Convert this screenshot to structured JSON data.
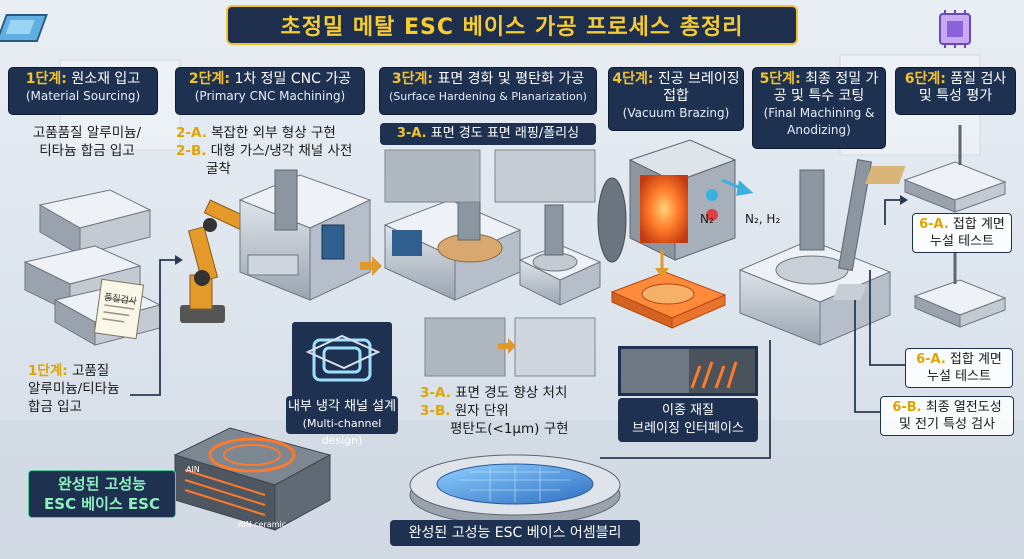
{
  "title": "초정밀 메탈 ESC 베이스 가공 프로세스 총정리",
  "stages": [
    {
      "num": "1단계:",
      "name": "원소재 입고",
      "en": "(Material Sourcing)"
    },
    {
      "num": "2단계:",
      "name": "1차 정밀 CNC 가공",
      "en": "(Primary CNC Machining)"
    },
    {
      "num": "3단계:",
      "name": "표면 경화 및 평탄화 가공",
      "en": "(Surface Hardening & Planarization)"
    },
    {
      "num": "4단계:",
      "name": "진공 브레이징 접합",
      "en": "(Vacuum Brazing)"
    },
    {
      "num": "5단계:",
      "name": "최종 정밀 가공 및 특수 코팅",
      "en": "(Final Machining & Anodizing)"
    },
    {
      "num": "6단계:",
      "name": "품질 검사 및 특성 평가",
      "en": ""
    }
  ],
  "stage1": {
    "desc_line1": "고품품질 알루미늄/",
    "desc_line2": "티타늄 합금 입고",
    "cert_label": "품질검사",
    "lower_num": "1단계:",
    "lower_line1": "고품질",
    "lower_line2": "알루미늄/티타늄",
    "lower_line3": "합금 입고"
  },
  "stage2": {
    "tag_a": "2-A.",
    "text_a": "복잡한 외부 형상 구현",
    "tag_b": "2-B.",
    "text_b": "대형 가스/냉각 채널 사전",
    "text_b2": "굴착",
    "channel_label": "내부 냉각 채널 설계",
    "channel_en": "(Multi-channel design)"
  },
  "stage3": {
    "sub_tag": "3-A.",
    "sub_text": "표면 경도 표면 래핑/폴리싱",
    "tag_a": "3-A.",
    "text_a": "표면 경도 향상 처치",
    "tag_b": "3-B.",
    "text_b": "원자 단위",
    "text_b2": "평탄도(<1μm) 구현"
  },
  "stage4": {
    "gas1": "N₂",
    "gas2": "N₂, H₂",
    "interface_line1": "이종 재질",
    "interface_line2": "브레이징 인터페이스"
  },
  "stage6": {
    "tag_a1": "6-A.",
    "text_a1_line1": "접합 계면",
    "text_a1_line2": "누설 테스트",
    "tag_a2": "6-A.",
    "text_a2_line1": "접합 계면",
    "text_a2_line2": "누설 테스트",
    "tag_b": "6-B.",
    "text_b_line1": "최종 열전도성",
    "text_b_line2": "및 전기 특성 검사"
  },
  "bottom": {
    "esc_line1": "완성된 고성능",
    "esc_line2": "ESC 베이스 ESC",
    "model_label1": "AlN",
    "model_label2": "AlN ceramic",
    "assembly_label": "완성된 고성능 ESC 베이스 어셈블리"
  },
  "colors": {
    "navy": "#1f3150",
    "gold": "#f4c430",
    "accent": "#e0a400",
    "glow": "#ff7a2a"
  }
}
